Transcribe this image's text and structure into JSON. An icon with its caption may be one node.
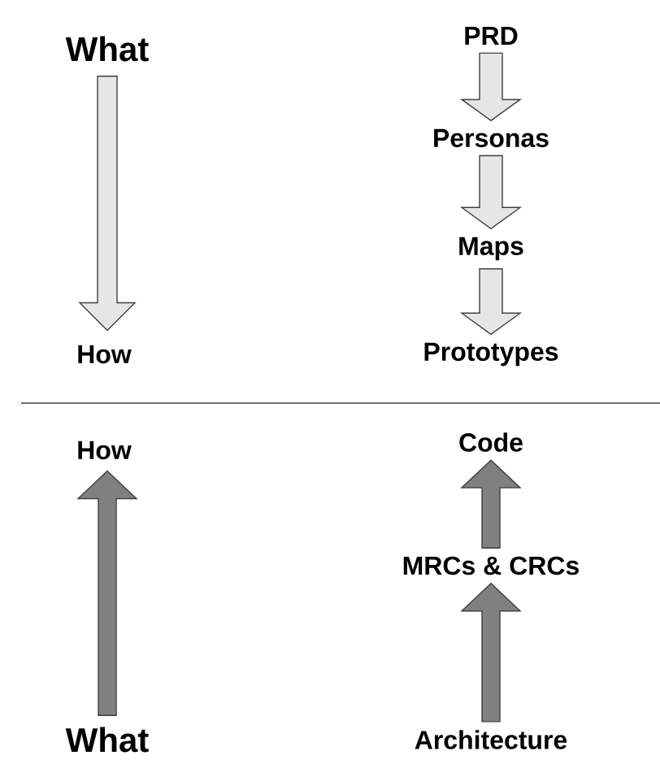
{
  "diagram": {
    "nodes": [
      {
        "text": [
          "What"
        ]
      },
      {
        "text": [
          "How"
        ]
      },
      {
        "text": [
          "PRD"
        ]
      },
      {
        "text": [
          "Personas"
        ]
      },
      {
        "text": [
          "Maps"
        ]
      },
      {
        "text": [
          "Prototypes"
        ]
      },
      {
        "text": [
          "How"
        ]
      },
      {
        "text": [
          "What"
        ]
      },
      {
        "text": [
          "Code"
        ]
      },
      {
        "text": [
          "MRCs & CRCs"
        ]
      },
      {
        "text": [
          "Architecture"
        ]
      }
    ],
    "edges": [
      {
        "from": 0,
        "to": 1,
        "arrow": "to"
      },
      {
        "from": 2,
        "to": 3,
        "arrow": "to"
      },
      {
        "from": 3,
        "to": 4,
        "arrow": "to"
      },
      {
        "from": 4,
        "to": 5,
        "arrow": "to"
      },
      {
        "from": 7,
        "to": 6,
        "arrow": "to",
        "color": "#808080"
      },
      {
        "from": 10,
        "to": 9,
        "arrow": "to",
        "color": "#808080"
      },
      {
        "from": 9,
        "to": 8,
        "arrow": "to",
        "color": "#808080"
      }
    ]
  }
}
